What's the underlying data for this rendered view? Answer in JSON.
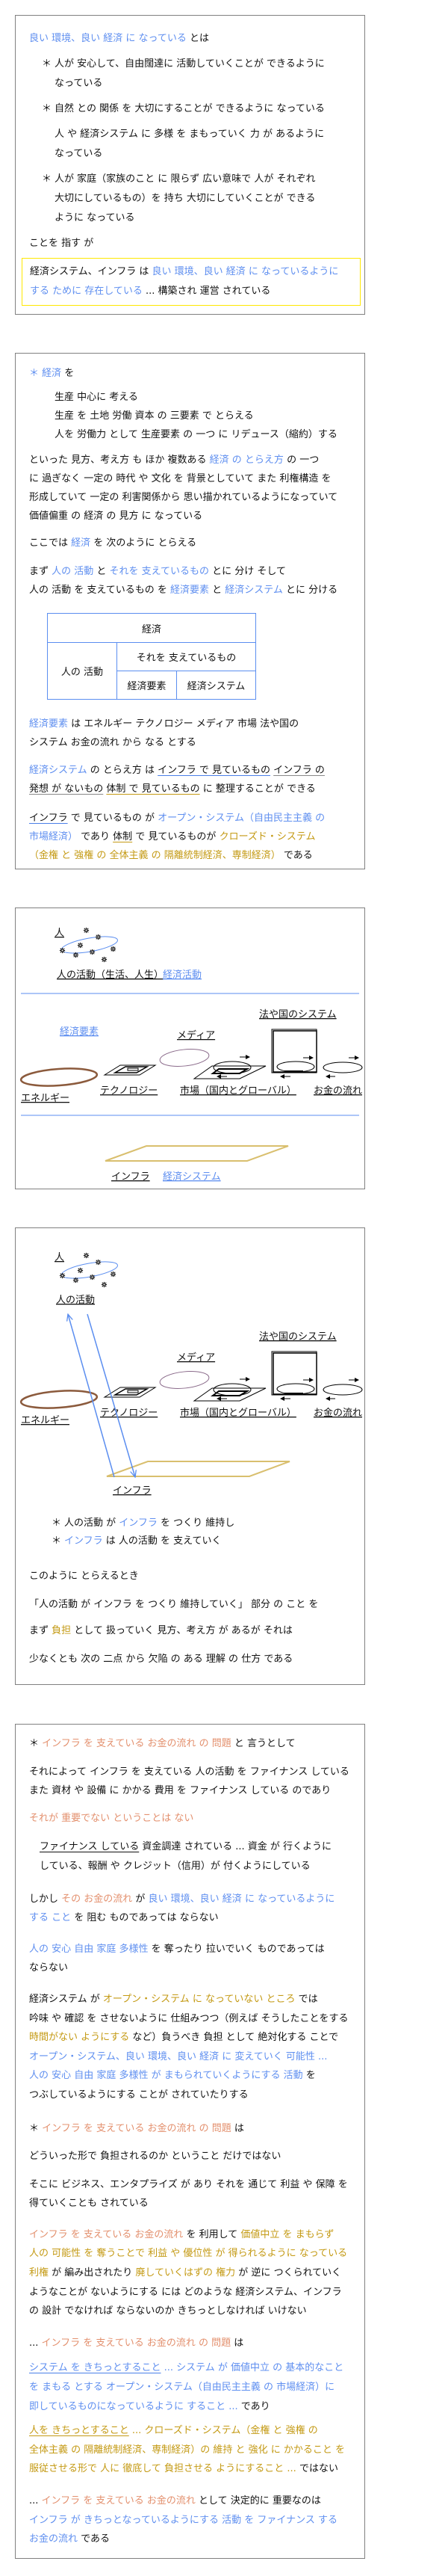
{
  "colors": {
    "blue": "#5f8ff0",
    "salmon": "#E3906E",
    "gold": "#C49A14",
    "highlight_border": "#FFE800",
    "box_border": "#808080",
    "energy": "#8B5A3C",
    "media": "#8A6A8A",
    "infra": "#D9BF6E"
  },
  "box1": {
    "paras": [
      {
        "kind": "plain",
        "lines": [
          [
            {
              "t": "良い 環境、良い 経済 に なっている",
              "c": "b"
            },
            {
              "t": " とは"
            }
          ]
        ]
      },
      {
        "kind": "bullet",
        "marker": "＊",
        "lines": [
          [
            {
              "t": "人が 安心して、自由闊達に 活動していくことが できるように"
            }
          ],
          [
            {
              "t": "なっている"
            }
          ]
        ]
      },
      {
        "kind": "bullet",
        "marker": "＊",
        "lines": [
          [
            {
              "t": "自然 との 関係 を 大切にすることが できるように なっている"
            }
          ]
        ]
      },
      {
        "kind": "indent",
        "lines": [
          [
            {
              "t": "人 や 経済システム に  多様 を まもっていく 力 が あるように"
            }
          ],
          [
            {
              "t": "なっている"
            }
          ]
        ]
      },
      {
        "kind": "bullet",
        "marker": "＊",
        "lines": [
          [
            {
              "t": "人が 家庭（家族のこと に 限らず 広い意味で 人が それぞれ"
            }
          ],
          [
            {
              "t": "大切にしているもの）を 持ち 大切にしていくことが できる"
            }
          ],
          [
            {
              "t": "ように なっている"
            }
          ]
        ]
      },
      {
        "kind": "plain",
        "lines": [
          [
            {
              "t": "ことを 指す が"
            }
          ]
        ]
      },
      {
        "kind": "highlight",
        "lines": [
          [
            {
              "t": "経済システム、インフラ は "
            },
            {
              "t": "良い 環境、良い 経済 に なっているように",
              "c": "b"
            }
          ],
          [
            {
              "t": "する ために 存在している",
              "c": "b"
            },
            {
              "t": "  ...  構築され 運営 されている"
            }
          ]
        ]
      }
    ]
  },
  "box2": {
    "paras_top": [
      {
        "kind": "plain",
        "lines": [
          [
            {
              "t": "＊ 経済",
              "c": "b"
            },
            {
              "t": " を"
            }
          ]
        ]
      },
      {
        "kind": "indent",
        "lines": [
          [
            {
              "t": "生産 中心に 考える"
            }
          ],
          [
            {
              "t": "生産 を 土地 労働 資本 の 三要素 で とらえる"
            }
          ],
          [
            {
              "t": "人を 労働力 として 生産要素 の 一つ に リデュース（縮約）する"
            }
          ]
        ]
      },
      {
        "kind": "plain",
        "lines": [
          [
            {
              "t": "といった 見方、考え方 も ほか 複数ある "
            },
            {
              "t": "経済 の とらえ方",
              "c": "b"
            },
            {
              "t": " の 一つ"
            }
          ],
          [
            {
              "t": "に 過ぎなく 一定の 時代 や 文化 を 背景としていて また 利権構造 を"
            }
          ],
          [
            {
              "t": "形成していて 一定の 利害関係から 思い描かれているようになっていて"
            }
          ],
          [
            {
              "t": "価値偏重 の 経済 の 見方 に なっている"
            }
          ]
        ]
      },
      {
        "kind": "plain",
        "lines": [
          [
            {
              "t": "ここでは "
            },
            {
              "t": "経済",
              "c": "b"
            },
            {
              "t": " を 次のように とらえる"
            }
          ]
        ]
      },
      {
        "kind": "plain",
        "lines": [
          [
            {
              "t": "まず "
            },
            {
              "t": "人の 活動",
              "c": "b"
            },
            {
              "t": " と "
            },
            {
              "t": "それを 支えているもの",
              "c": "b"
            },
            {
              "t": " とに 分け そして"
            }
          ],
          [
            {
              "t": "人の 活動 を 支えているもの を "
            },
            {
              "t": "経済要素",
              "c": "b"
            },
            {
              "t": " と "
            },
            {
              "t": "経済システム",
              "c": "b"
            },
            {
              "t": " とに 分ける"
            }
          ]
        ]
      }
    ],
    "table": {
      "header": "経済",
      "activity": "人の 活動",
      "support": "それを 支えているもの",
      "elements": "経済要素",
      "system": "経済システム"
    },
    "paras_bottom": [
      {
        "kind": "plain",
        "lines": [
          [
            {
              "t": "経済要素",
              "c": "b"
            },
            {
              "t": " は  エネルギー  テクノロジー  メディア  市場  法や国の"
            }
          ],
          [
            {
              "t": "システム  お金の流れ  から なる とする"
            }
          ]
        ]
      },
      {
        "kind": "plain",
        "lines": [
          [
            {
              "t": "経済システム",
              "c": "b"
            },
            {
              "t": " の とらえ方 は "
            },
            {
              "t": "インフラ で 見ているもの",
              "u": "b"
            },
            {
              "t": "  "
            },
            {
              "t": "インフラ の",
              "u": "gr"
            }
          ],
          [
            {
              "t": "発想 が ないもの",
              "u": "gr"
            },
            {
              "t": "  "
            },
            {
              "t": "体制 で 見ているもの",
              "u": "g"
            },
            {
              "t": " に 整理することが できる"
            }
          ]
        ]
      },
      {
        "kind": "plain",
        "lines": [
          [
            {
              "t": "インフラ",
              "u": "b"
            },
            {
              "t": " で 見ているもの が "
            },
            {
              "t": "オープン・システム（自由民主主義 の",
              "c": "b"
            }
          ],
          [
            {
              "t": "市場経済）",
              "c": "b"
            },
            {
              "t": " であり "
            },
            {
              "t": "体制",
              "u": "g"
            },
            {
              "t": " で 見ているものが "
            },
            {
              "t": "クローズド・システム",
              "c": "g"
            }
          ],
          [
            {
              "t": "（金権 と 強権 の 全体主義 の 隔離統制経済、専制経済）",
              "c": "g"
            },
            {
              "t": " である"
            }
          ]
        ]
      }
    ]
  },
  "diagram_labels": {
    "person": "人",
    "activity_full": "人の活動（生活、人生）",
    "econ_activity": "経済活動",
    "econ_elements": "経済要素",
    "media": "メディア",
    "law": "法や国のシステム",
    "energy": "エネルギー",
    "technology": "テクノロジー",
    "market": "市場（国内とグローバル）",
    "money": "お金の流れ",
    "infra": "インフラ",
    "econ_system": "経済システム",
    "activity": "人の活動"
  },
  "box4": {
    "paras": [
      {
        "kind": "bullet2",
        "marker": "＊",
        "lines": [
          [
            {
              "t": "人の活動 が "
            },
            {
              "t": "インフラ",
              "c": "b"
            },
            {
              "t": " を つくり 維持し"
            }
          ]
        ]
      },
      {
        "kind": "bullet2",
        "marker": "＊",
        "lines": [
          [
            {
              "t": "インフラ",
              "c": "b"
            },
            {
              "t": " は 人の活動 を 支えていく"
            }
          ]
        ]
      },
      {
        "kind": "plain",
        "lines": [
          [
            {
              "t": "このように とらえるとき"
            }
          ]
        ]
      },
      {
        "kind": "plain",
        "lines": [
          [
            {
              "t": "「人の活動 が インフラ を つくり 維持していく」 部分 の こと を"
            }
          ]
        ]
      },
      {
        "kind": "plain",
        "lines": [
          [
            {
              "t": "まず "
            },
            {
              "t": "負担",
              "c": "g"
            },
            {
              "t": " として 扱っていく 見方、考え方 が あるが それは"
            }
          ]
        ]
      },
      {
        "kind": "plain",
        "lines": [
          [
            {
              "t": "少なくとも 次の 二点 から 欠陥 の ある 理解 の 仕方 である"
            }
          ]
        ]
      }
    ]
  },
  "box5": {
    "paras": [
      {
        "kind": "plain",
        "lines": [
          [
            {
              "t": "＊ "
            },
            {
              "t": "インフラ を 支えている お金の流れ の 問題",
              "c": "o"
            },
            {
              "t": " と 言うとして"
            }
          ]
        ]
      },
      {
        "kind": "plain",
        "lines": [
          [
            {
              "t": "それによって インフラ を 支えている 人の活動 を ファイナンス している"
            }
          ],
          [
            {
              "t": "また 資材 や 設備 に かかる 費用 を ファイナンス している のであり"
            }
          ]
        ]
      },
      {
        "kind": "plain",
        "lines": [
          [
            {
              "t": "それが 重要でない ということは ない",
              "c": "o"
            }
          ]
        ]
      },
      {
        "kind": "indent-sm",
        "lines": [
          [
            {
              "t": "ファイナンス している",
              "u": "k"
            },
            {
              "t": "  資金調達 されている ... 資金 が 行くように"
            }
          ],
          [
            {
              "t": "している、報酬 や クレジット（信用）が 付くようにしている"
            }
          ]
        ]
      },
      {
        "kind": "plain",
        "lines": [
          [
            {
              "t": "しかし "
            },
            {
              "t": "その お金の流れ",
              "c": "o"
            },
            {
              "t": " が "
            },
            {
              "t": "良い 環境、良い 経済 に なっているように",
              "c": "b"
            }
          ],
          [
            {
              "t": "する こと",
              "c": "b"
            },
            {
              "t": " を 阻む ものであっては ならない"
            }
          ]
        ]
      },
      {
        "kind": "plain",
        "lines": [
          [
            {
              "t": "人の 安心 自由 家庭 多様性",
              "c": "b"
            },
            {
              "t": " を 奪ったり 拉いでいく ものであっては"
            }
          ],
          [
            {
              "t": "ならない"
            }
          ]
        ]
      },
      {
        "kind": "plain",
        "lines": [
          [
            {
              "t": "経済システム が "
            },
            {
              "t": "オープン・システム に なっていない ところ",
              "c": "g"
            },
            {
              "t": " では"
            }
          ],
          [
            {
              "t": "吟味 や 確認 を させないように 仕組みつつ（例えば そうしたことをする"
            }
          ],
          [
            {
              "t": "時間がない ようにする",
              "c": "g"
            },
            {
              "t": " など）負うべき 負担 として 絶対化する ことで"
            }
          ],
          [
            {
              "t": "オープン・システム、良い 環境、良い 経済 に 変えていく 可能性 ...",
              "c": "b"
            }
          ],
          [
            {
              "t": "人の 安心 自由 家庭 多様性 が まもられていくようにする 活動",
              "c": "b"
            },
            {
              "t": " を"
            }
          ],
          [
            {
              "t": "つぶしているようにする ことが されていたりする"
            }
          ]
        ]
      },
      {
        "kind": "plain",
        "lines": [
          [
            {
              "t": "＊ "
            },
            {
              "t": "インフラ を 支えている お金の流れ の 問題",
              "c": "o"
            },
            {
              "t": " は"
            }
          ]
        ]
      },
      {
        "kind": "plain",
        "lines": [
          [
            {
              "t": "どういった形で 負担されるのか ということ だけではない"
            }
          ]
        ]
      },
      {
        "kind": "plain",
        "lines": [
          [
            {
              "t": "そこに ビジネス、エンタプライズ が あり それを 通じて 利益 や 保障 を"
            }
          ],
          [
            {
              "t": "得ていくことも されている"
            }
          ]
        ]
      },
      {
        "kind": "plain",
        "lines": [
          [
            {
              "t": "インフラ を 支えている お金の流れ",
              "c": "o"
            },
            {
              "t": " を 利用して "
            },
            {
              "t": "価値中立 を まもらず",
              "c": "g"
            }
          ],
          [
            {
              "t": "人の 可能性 を 奪うことで 利益 や 優位性 が 得られるように なっている",
              "c": "g"
            }
          ],
          [
            {
              "t": "利権",
              "c": "g"
            },
            {
              "t": " が 編み出されたり "
            },
            {
              "t": "廃していくはずの 権力",
              "c": "g"
            },
            {
              "t": " が 逆に つくられていく"
            }
          ],
          [
            {
              "t": "ようなことが ないようにする には どのような 経済システム、インフラ"
            }
          ],
          [
            {
              "t": "の 設計 でなければ ならないのか きちっとしなければ いけない"
            }
          ]
        ]
      },
      {
        "kind": "plain",
        "lines": [
          [
            {
              "t": "  ...  "
            },
            {
              "t": "インフラ を 支えている お金の流れ の 問題",
              "c": "o"
            },
            {
              "t": " は"
            }
          ]
        ]
      },
      {
        "kind": "plain",
        "lines": [
          [
            {
              "t": "システム を きちっとすること",
              "c": "b",
              "u": "b"
            },
            {
              "t": " ... システム が 価値中立 の 基本的なこと",
              "c": "b"
            }
          ],
          [
            {
              "t": "を まもる とする オープン・システム（自由民主主義 の 市場経済）に",
              "c": "b"
            }
          ],
          [
            {
              "t": "即しているものになっているように すること ...",
              "c": "b"
            },
            {
              "t": " であり"
            }
          ]
        ]
      },
      {
        "kind": "plain",
        "lines": [
          [
            {
              "t": "人を きちっとすること",
              "c": "g",
              "u": "g"
            },
            {
              "t": " ... クローズド・システム（金権 と 強権 の",
              "c": "g"
            }
          ],
          [
            {
              "t": "全体主義 の 隔離統制経済、専制経済）の 維持 と 強化 に かかること を",
              "c": "g"
            }
          ],
          [
            {
              "t": "服従させる形で 人に 徹底して 負担させる ようにすること ...",
              "c": "g"
            },
            {
              "t": " ではない"
            }
          ]
        ]
      },
      {
        "kind": "plain",
        "lines": [
          [
            {
              "t": "  ...  "
            },
            {
              "t": "インフラ を 支えている お金の流れ",
              "c": "o"
            },
            {
              "t": " として 決定的に 重要なのは"
            }
          ],
          [
            {
              "t": "インフラ が きちっとなっているようにする 活動 を ファイナンス する",
              "c": "b"
            }
          ],
          [
            {
              "t": "お金の流れ",
              "c": "b"
            },
            {
              "t": " である"
            }
          ]
        ]
      }
    ]
  }
}
